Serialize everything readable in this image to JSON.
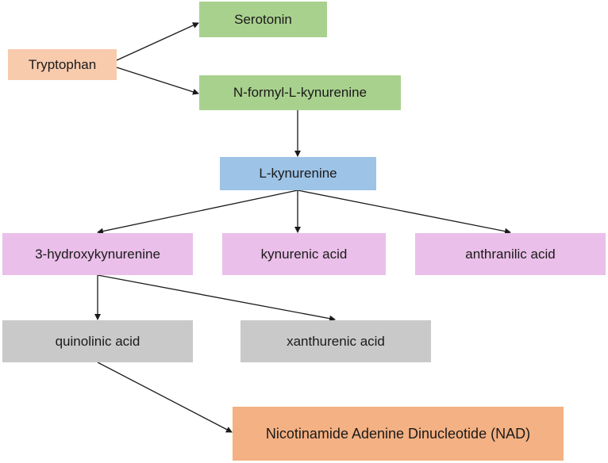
{
  "nodes": {
    "tryptophan": "Tryptophan",
    "serotonin": "Serotonin",
    "n_formyl_l_kynurenine": "N-formyl-L-kynurenine",
    "l_kynurenine": "L-kynurenine",
    "hydroxykynurenine": "3-hydroxykynurenine",
    "kynurenic_acid": "kynurenic acid",
    "anthranilic_acid": "anthranilic acid",
    "quinolinic_acid": "quinolinic acid",
    "xanthurenic_acid": "xanthurenic acid",
    "nad": "Nicotinamide Adenine Dinucleotide (NAD)"
  },
  "colors": {
    "tryptophan": "#f8cbad",
    "serotonin": "#a9d18e",
    "n_formyl_l_kynurenine": "#a9d18e",
    "l_kynurenine": "#9dc3e6",
    "kynurenine_products": "#eabfe9",
    "hydroxykynurenine_products": "#c9c9c9",
    "nad": "#f4b183",
    "arrow": "#1a1a1a"
  },
  "edges": [
    [
      "tryptophan",
      "serotonin"
    ],
    [
      "tryptophan",
      "n_formyl_l_kynurenine"
    ],
    [
      "n_formyl_l_kynurenine",
      "l_kynurenine"
    ],
    [
      "l_kynurenine",
      "hydroxykynurenine"
    ],
    [
      "l_kynurenine",
      "kynurenic_acid"
    ],
    [
      "l_kynurenine",
      "anthranilic_acid"
    ],
    [
      "hydroxykynurenine",
      "quinolinic_acid"
    ],
    [
      "hydroxykynurenine",
      "xanthurenic_acid"
    ],
    [
      "quinolinic_acid",
      "nad"
    ]
  ]
}
